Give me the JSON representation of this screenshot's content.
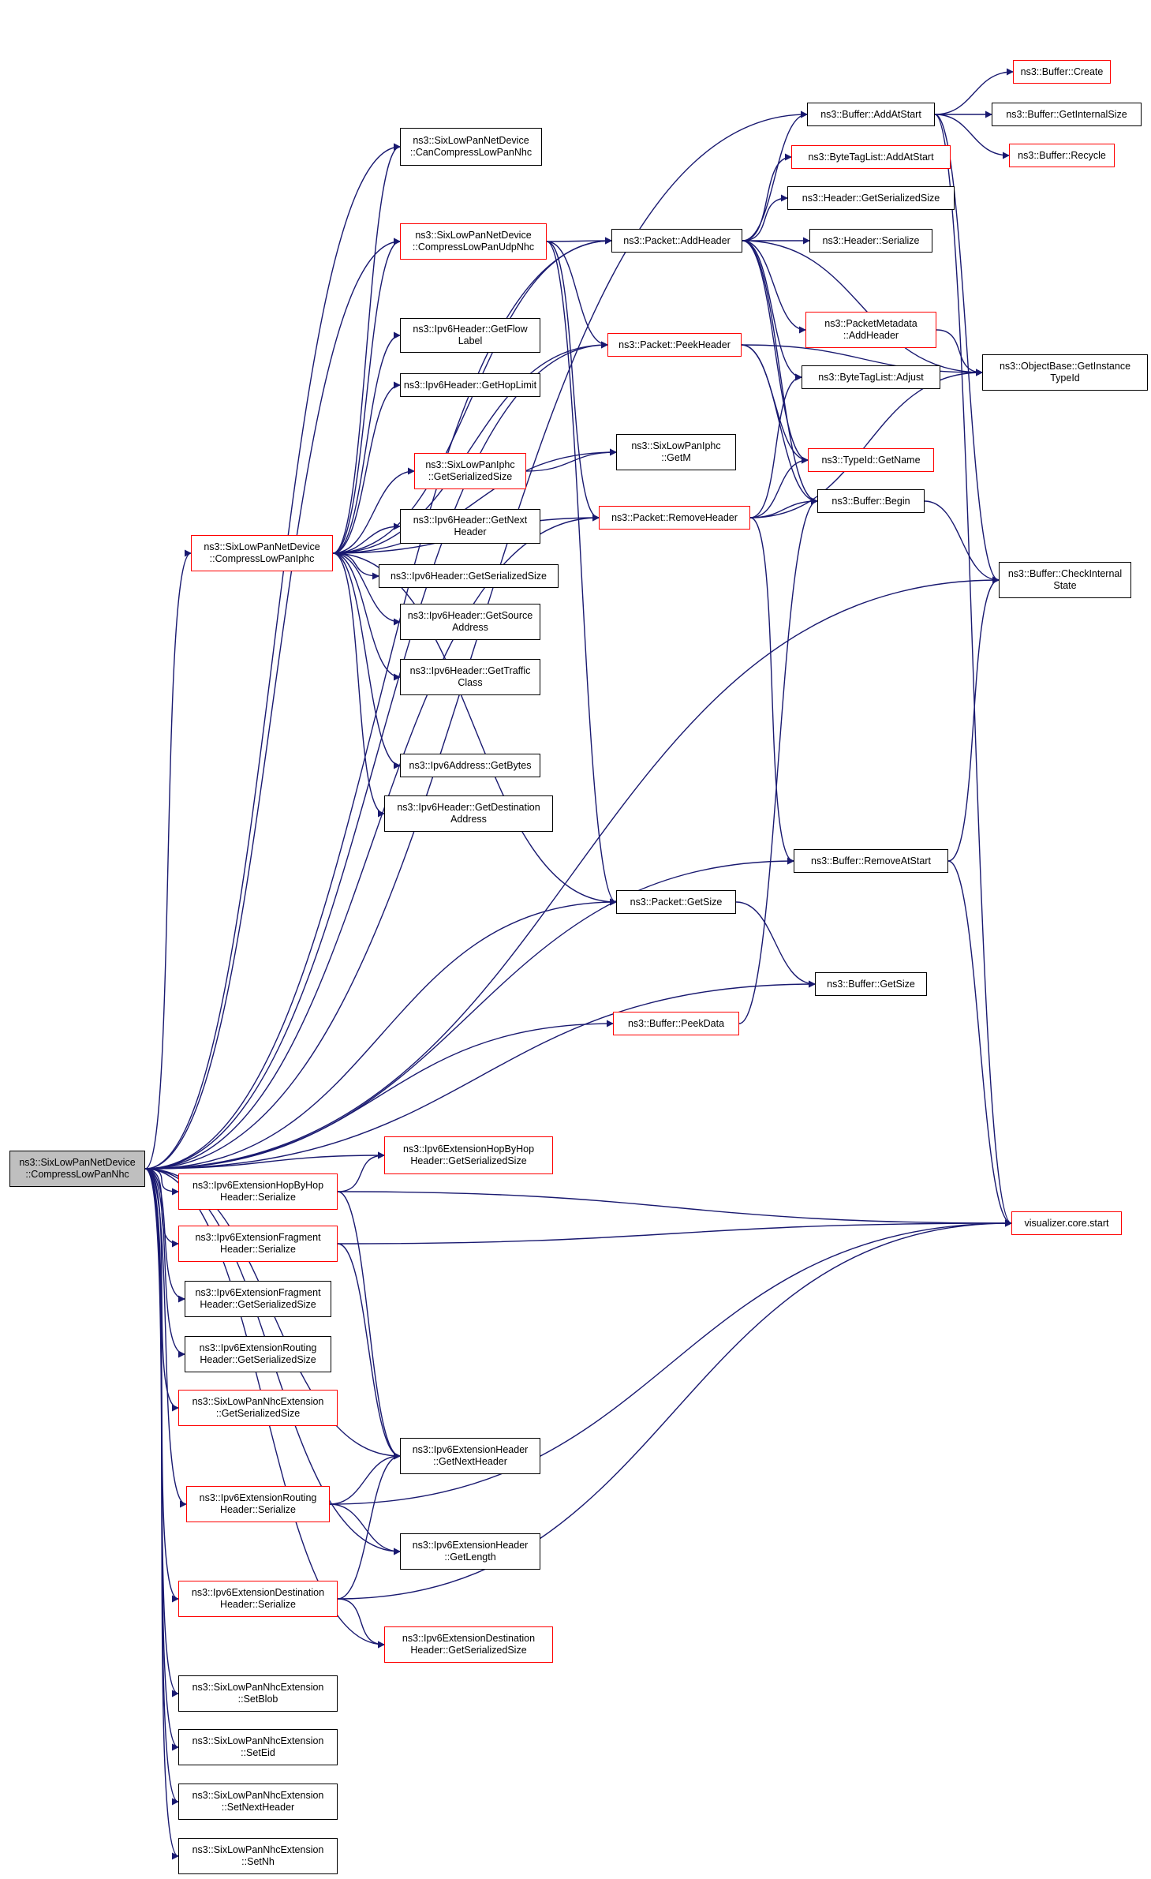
{
  "diagram": {
    "colors": {
      "edge": "#191970",
      "default_border": "#000000",
      "highlight_border": "#ff0000",
      "root_fill": "#bfbfbf"
    },
    "nodes": [
      {
        "id": "root",
        "lines": [
          "ns3::SixLowPanNetDevice",
          "::CompressLowPanNhc"
        ],
        "style": "root"
      },
      {
        "id": "canCompressNhc",
        "lines": [
          "ns3::SixLowPanNetDevice",
          "::CanCompressLowPanNhc"
        ],
        "style": "black"
      },
      {
        "id": "compressUdpNhc",
        "lines": [
          "ns3::SixLowPanNetDevice",
          "::CompressLowPanUdpNhc"
        ],
        "style": "red"
      },
      {
        "id": "compressIphc",
        "lines": [
          "ns3::SixLowPanNetDevice",
          "::CompressLowPanIphc"
        ],
        "style": "red"
      },
      {
        "id": "ipv6GetFlowLabel",
        "lines": [
          "ns3::Ipv6Header::GetFlow",
          "Label"
        ],
        "style": "black"
      },
      {
        "id": "ipv6GetHopLimit",
        "lines": [
          "ns3::Ipv6Header::GetHopLimit"
        ],
        "style": "black"
      },
      {
        "id": "iphcGetSerializedSize",
        "lines": [
          "ns3::SixLowPanIphc",
          "::GetSerializedSize"
        ],
        "style": "red"
      },
      {
        "id": "ipv6GetNextHeader",
        "lines": [
          "ns3::Ipv6Header::GetNext",
          "Header"
        ],
        "style": "black"
      },
      {
        "id": "ipv6GetSerializedSize",
        "lines": [
          "ns3::Ipv6Header::GetSerializedSize"
        ],
        "style": "black"
      },
      {
        "id": "ipv6GetSourceAddress",
        "lines": [
          "ns3::Ipv6Header::GetSource",
          "Address"
        ],
        "style": "black"
      },
      {
        "id": "ipv6GetTrafficClass",
        "lines": [
          "ns3::Ipv6Header::GetTraffic",
          "Class"
        ],
        "style": "black"
      },
      {
        "id": "ipv6AddressGetBytes",
        "lines": [
          "ns3::Ipv6Address::GetBytes"
        ],
        "style": "black"
      },
      {
        "id": "ipv6GetDestinationAddress",
        "lines": [
          "ns3::Ipv6Header::GetDestination",
          "Address"
        ],
        "style": "black"
      },
      {
        "id": "packetAddHeader",
        "lines": [
          "ns3::Packet::AddHeader"
        ],
        "style": "black"
      },
      {
        "id": "packetPeekHeader",
        "lines": [
          "ns3::Packet::PeekHeader"
        ],
        "style": "red"
      },
      {
        "id": "iphcGetM",
        "lines": [
          "ns3::SixLowPanIphc",
          "::GetM"
        ],
        "style": "black"
      },
      {
        "id": "packetRemoveHeader",
        "lines": [
          "ns3::Packet::RemoveHeader"
        ],
        "style": "red"
      },
      {
        "id": "packetGetSize",
        "lines": [
          "ns3::Packet::GetSize"
        ],
        "style": "black"
      },
      {
        "id": "bufferPeekData",
        "lines": [
          "ns3::Buffer::PeekData"
        ],
        "style": "red"
      },
      {
        "id": "bufferAddAtStart",
        "lines": [
          "ns3::Buffer::AddAtStart"
        ],
        "style": "black"
      },
      {
        "id": "byteTagListAddAtStart",
        "lines": [
          "ns3::ByteTagList::AddAtStart"
        ],
        "style": "red"
      },
      {
        "id": "headerGetSerializedSize",
        "lines": [
          "ns3::Header::GetSerializedSize"
        ],
        "style": "black"
      },
      {
        "id": "headerSerialize",
        "lines": [
          "ns3::Header::Serialize"
        ],
        "style": "black"
      },
      {
        "id": "packetMetadataAddHeader",
        "lines": [
          "ns3::PacketMetadata",
          "::AddHeader"
        ],
        "style": "red"
      },
      {
        "id": "byteTagListAdjust",
        "lines": [
          "ns3::ByteTagList::Adjust"
        ],
        "style": "black"
      },
      {
        "id": "typeIdGetName",
        "lines": [
          "ns3::TypeId::GetName"
        ],
        "style": "red"
      },
      {
        "id": "bufferBegin",
        "lines": [
          "ns3::Buffer::Begin"
        ],
        "style": "black"
      },
      {
        "id": "bufferRemoveAtStart",
        "lines": [
          "ns3::Buffer::RemoveAtStart"
        ],
        "style": "black"
      },
      {
        "id": "bufferGetSize",
        "lines": [
          "ns3::Buffer::GetSize"
        ],
        "style": "black"
      },
      {
        "id": "bufferCreate",
        "lines": [
          "ns3::Buffer::Create"
        ],
        "style": "red"
      },
      {
        "id": "bufferGetInternalSize",
        "lines": [
          "ns3::Buffer::GetInternalSize"
        ],
        "style": "black"
      },
      {
        "id": "bufferRecycle",
        "lines": [
          "ns3::Buffer::Recycle"
        ],
        "style": "red"
      },
      {
        "id": "objectBaseGetInstanceTypeId",
        "lines": [
          "ns3::ObjectBase::GetInstance",
          "TypeId"
        ],
        "style": "black"
      },
      {
        "id": "bufferCheckInternalState",
        "lines": [
          "ns3::Buffer::CheckInternal",
          "State"
        ],
        "style": "black"
      },
      {
        "id": "visualizerCoreStart",
        "lines": [
          "visualizer.core.start"
        ],
        "style": "red"
      },
      {
        "id": "hopByHopGetSerializedSize",
        "lines": [
          "ns3::Ipv6ExtensionHopByHop",
          "Header::GetSerializedSize"
        ],
        "style": "red"
      },
      {
        "id": "hopByHopSerialize",
        "lines": [
          "ns3::Ipv6ExtensionHopByHop",
          "Header::Serialize"
        ],
        "style": "red"
      },
      {
        "id": "fragmentSerialize",
        "lines": [
          "ns3::Ipv6ExtensionFragment",
          "Header::Serialize"
        ],
        "style": "red"
      },
      {
        "id": "fragmentGetSerializedSize",
        "lines": [
          "ns3::Ipv6ExtensionFragment",
          "Header::GetSerializedSize"
        ],
        "style": "black"
      },
      {
        "id": "routingGetSerializedSize",
        "lines": [
          "ns3::Ipv6ExtensionRouting",
          "Header::GetSerializedSize"
        ],
        "style": "black"
      },
      {
        "id": "nhcExtGetSerializedSize",
        "lines": [
          "ns3::SixLowPanNhcExtension",
          "::GetSerializedSize"
        ],
        "style": "red"
      },
      {
        "id": "extHeaderGetNextHeader",
        "lines": [
          "ns3::Ipv6ExtensionHeader",
          "::GetNextHeader"
        ],
        "style": "black"
      },
      {
        "id": "routingSerialize",
        "lines": [
          "ns3::Ipv6ExtensionRouting",
          "Header::Serialize"
        ],
        "style": "red"
      },
      {
        "id": "extHeaderGetLength",
        "lines": [
          "ns3::Ipv6ExtensionHeader",
          "::GetLength"
        ],
        "style": "black"
      },
      {
        "id": "destinationSerialize",
        "lines": [
          "ns3::Ipv6ExtensionDestination",
          "Header::Serialize"
        ],
        "style": "red"
      },
      {
        "id": "destinationGetSerializedSize",
        "lines": [
          "ns3::Ipv6ExtensionDestination",
          "Header::GetSerializedSize"
        ],
        "style": "red"
      },
      {
        "id": "nhcExtSetBlob",
        "lines": [
          "ns3::SixLowPanNhcExtension",
          "::SetBlob"
        ],
        "style": "black"
      },
      {
        "id": "nhcExtSetEid",
        "lines": [
          "ns3::SixLowPanNhcExtension",
          "::SetEid"
        ],
        "style": "black"
      },
      {
        "id": "nhcExtSetNextHeader",
        "lines": [
          "ns3::SixLowPanNhcExtension",
          "::SetNextHeader"
        ],
        "style": "black"
      },
      {
        "id": "nhcExtSetNh",
        "lines": [
          "ns3::SixLowPanNhcExtension",
          "::SetNh"
        ],
        "style": "black"
      }
    ],
    "edges": [
      [
        "root",
        "canCompressNhc"
      ],
      [
        "root",
        "compressUdpNhc"
      ],
      [
        "root",
        "compressIphc"
      ],
      [
        "root",
        "packetAddHeader"
      ],
      [
        "root",
        "packetPeekHeader"
      ],
      [
        "root",
        "packetRemoveHeader"
      ],
      [
        "root",
        "packetGetSize"
      ],
      [
        "root",
        "bufferPeekData"
      ],
      [
        "root",
        "bufferAddAtStart"
      ],
      [
        "root",
        "bufferCheckInternalState"
      ],
      [
        "root",
        "bufferRemoveAtStart"
      ],
      [
        "root",
        "bufferGetSize"
      ],
      [
        "root",
        "hopByHopGetSerializedSize"
      ],
      [
        "root",
        "hopByHopSerialize"
      ],
      [
        "root",
        "fragmentSerialize"
      ],
      [
        "root",
        "fragmentGetSerializedSize"
      ],
      [
        "root",
        "routingGetSerializedSize"
      ],
      [
        "root",
        "nhcExtGetSerializedSize"
      ],
      [
        "root",
        "extHeaderGetNextHeader"
      ],
      [
        "root",
        "routingSerialize"
      ],
      [
        "root",
        "extHeaderGetLength"
      ],
      [
        "root",
        "destinationSerialize"
      ],
      [
        "root",
        "destinationGetSerializedSize"
      ],
      [
        "root",
        "nhcExtSetBlob"
      ],
      [
        "root",
        "nhcExtSetEid"
      ],
      [
        "root",
        "nhcExtSetNextHeader"
      ],
      [
        "root",
        "nhcExtSetNh"
      ],
      [
        "compressUdpNhc",
        "packetAddHeader"
      ],
      [
        "compressUdpNhc",
        "packetPeekHeader"
      ],
      [
        "compressUdpNhc",
        "packetRemoveHeader"
      ],
      [
        "compressUdpNhc",
        "packetGetSize"
      ],
      [
        "compressIphc",
        "canCompressNhc"
      ],
      [
        "compressIphc",
        "compressUdpNhc"
      ],
      [
        "compressIphc",
        "packetAddHeader"
      ],
      [
        "compressIphc",
        "packetPeekHeader"
      ],
      [
        "compressIphc",
        "ipv6GetFlowLabel"
      ],
      [
        "compressIphc",
        "ipv6GetHopLimit"
      ],
      [
        "compressIphc",
        "iphcGetM"
      ],
      [
        "compressIphc",
        "iphcGetSerializedSize"
      ],
      [
        "compressIphc",
        "ipv6GetNextHeader"
      ],
      [
        "compressIphc",
        "ipv6GetSerializedSize"
      ],
      [
        "compressIphc",
        "ipv6GetSourceAddress"
      ],
      [
        "compressIphc",
        "ipv6GetTrafficClass"
      ],
      [
        "compressIphc",
        "ipv6AddressGetBytes"
      ],
      [
        "compressIphc",
        "ipv6GetDestinationAddress"
      ],
      [
        "compressIphc",
        "packetGetSize"
      ],
      [
        "compressIphc",
        "packetRemoveHeader"
      ],
      [
        "iphcGetSerializedSize",
        "iphcGetM"
      ],
      [
        "packetAddHeader",
        "bufferAddAtStart"
      ],
      [
        "packetAddHeader",
        "byteTagListAddAtStart"
      ],
      [
        "packetAddHeader",
        "headerGetSerializedSize"
      ],
      [
        "packetAddHeader",
        "headerSerialize"
      ],
      [
        "packetAddHeader",
        "packetMetadataAddHeader"
      ],
      [
        "packetAddHeader",
        "byteTagListAdjust"
      ],
      [
        "packetAddHeader",
        "typeIdGetName"
      ],
      [
        "packetAddHeader",
        "bufferBegin"
      ],
      [
        "packetAddHeader",
        "objectBaseGetInstanceTypeId"
      ],
      [
        "packetPeekHeader",
        "typeIdGetName"
      ],
      [
        "packetPeekHeader",
        "bufferBegin"
      ],
      [
        "packetPeekHeader",
        "objectBaseGetInstanceTypeId"
      ],
      [
        "packetRemoveHeader",
        "byteTagListAdjust"
      ],
      [
        "packetRemoveHeader",
        "typeIdGetName"
      ],
      [
        "packetRemoveHeader",
        "bufferBegin"
      ],
      [
        "packetRemoveHeader",
        "objectBaseGetInstanceTypeId"
      ],
      [
        "packetRemoveHeader",
        "bufferRemoveAtStart"
      ],
      [
        "packetGetSize",
        "bufferGetSize"
      ],
      [
        "bufferPeekData",
        "bufferBegin"
      ],
      [
        "bufferAddAtStart",
        "bufferCreate"
      ],
      [
        "bufferAddAtStart",
        "bufferGetInternalSize"
      ],
      [
        "bufferAddAtStart",
        "bufferRecycle"
      ],
      [
        "bufferAddAtStart",
        "bufferCheckInternalState"
      ],
      [
        "bufferAddAtStart",
        "visualizerCoreStart"
      ],
      [
        "packetMetadataAddHeader",
        "objectBaseGetInstanceTypeId"
      ],
      [
        "bufferBegin",
        "bufferCheckInternalState"
      ],
      [
        "bufferRemoveAtStart",
        "bufferCheckInternalState"
      ],
      [
        "bufferRemoveAtStart",
        "visualizerCoreStart"
      ],
      [
        "hopByHopSerialize",
        "hopByHopGetSerializedSize"
      ],
      [
        "hopByHopSerialize",
        "visualizerCoreStart"
      ],
      [
        "hopByHopSerialize",
        "extHeaderGetNextHeader"
      ],
      [
        "fragmentSerialize",
        "visualizerCoreStart"
      ],
      [
        "fragmentSerialize",
        "extHeaderGetNextHeader"
      ],
      [
        "routingSerialize",
        "visualizerCoreStart"
      ],
      [
        "routingSerialize",
        "extHeaderGetNextHeader"
      ],
      [
        "routingSerialize",
        "extHeaderGetLength"
      ],
      [
        "destinationSerialize",
        "visualizerCoreStart"
      ],
      [
        "destinationSerialize",
        "extHeaderGetNextHeader"
      ],
      [
        "destinationSerialize",
        "destinationGetSerializedSize"
      ]
    ]
  }
}
